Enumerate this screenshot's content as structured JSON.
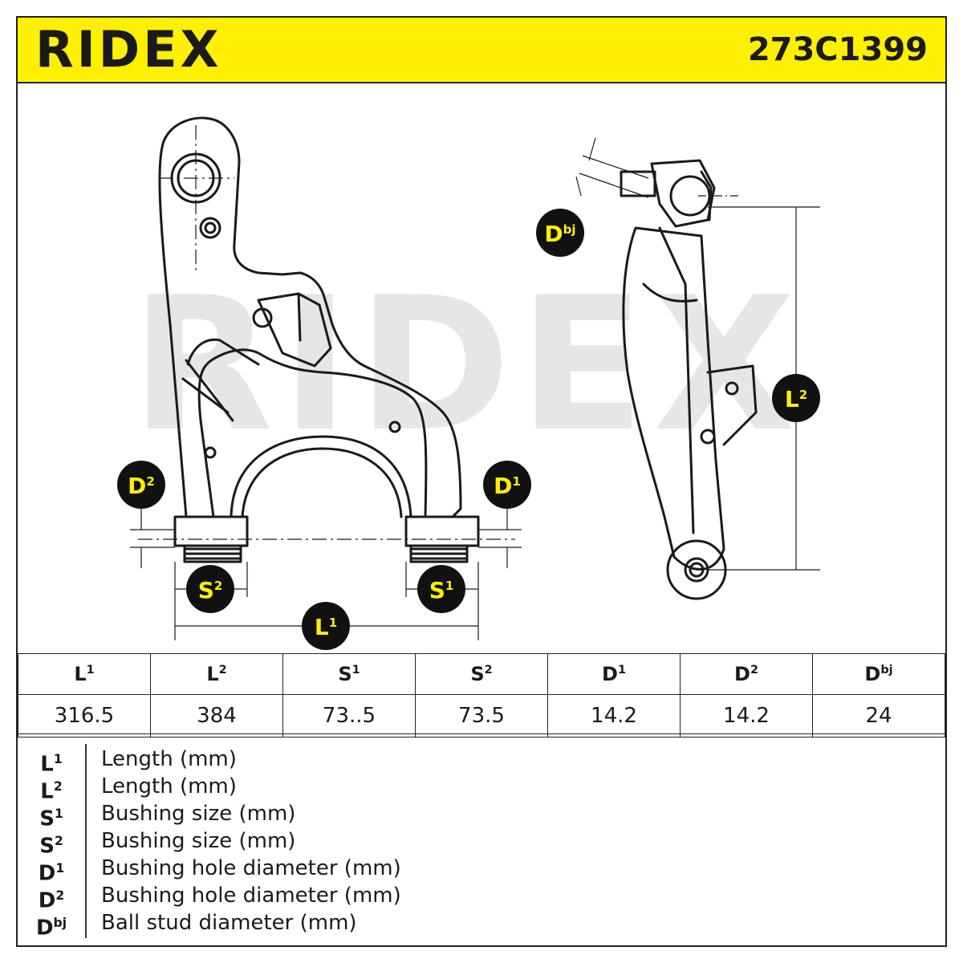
{
  "header": {
    "brand": "RIDEX",
    "part_number": "273C1399"
  },
  "watermark": "RIDEX",
  "colors": {
    "brand_yellow": "#ffef00",
    "ink": "#1a1a1a",
    "watermark": "#e6e6e6"
  },
  "badges": {
    "dbj": {
      "base": "D",
      "sup": "bj"
    },
    "l2": {
      "base": "L",
      "sup": "2"
    },
    "d2": {
      "base": "D",
      "sup": "2"
    },
    "d1": {
      "base": "D",
      "sup": "1"
    },
    "s2": {
      "base": "S",
      "sup": "2"
    },
    "s1": {
      "base": "S",
      "sup": "1"
    },
    "l1": {
      "base": "L",
      "sup": "1"
    }
  },
  "table": {
    "headers": [
      {
        "base": "L",
        "sup": "1"
      },
      {
        "base": "L",
        "sup": "2"
      },
      {
        "base": "S",
        "sup": "1"
      },
      {
        "base": "S",
        "sup": "2"
      },
      {
        "base": "D",
        "sup": "1"
      },
      {
        "base": "D",
        "sup": "2"
      },
      {
        "base": "D",
        "sup": "bj"
      }
    ],
    "values": [
      "316.5",
      "384",
      "73..5",
      "73.5",
      "14.2",
      "14.2",
      "24"
    ]
  },
  "legend": [
    {
      "base": "L",
      "sup": "1",
      "text": "Length (mm)"
    },
    {
      "base": "L",
      "sup": "2",
      "text": "Length (mm)"
    },
    {
      "base": "S",
      "sup": "1",
      "text": "Bushing size (mm)"
    },
    {
      "base": "S",
      "sup": "2",
      "text": "Bushing size (mm)"
    },
    {
      "base": "D",
      "sup": "1",
      "text": "Bushing hole diameter (mm)"
    },
    {
      "base": "D",
      "sup": "2",
      "text": "Bushing hole diameter (mm)"
    },
    {
      "base": "D",
      "sup": "bj",
      "text": "Ball stud diameter (mm)"
    }
  ]
}
